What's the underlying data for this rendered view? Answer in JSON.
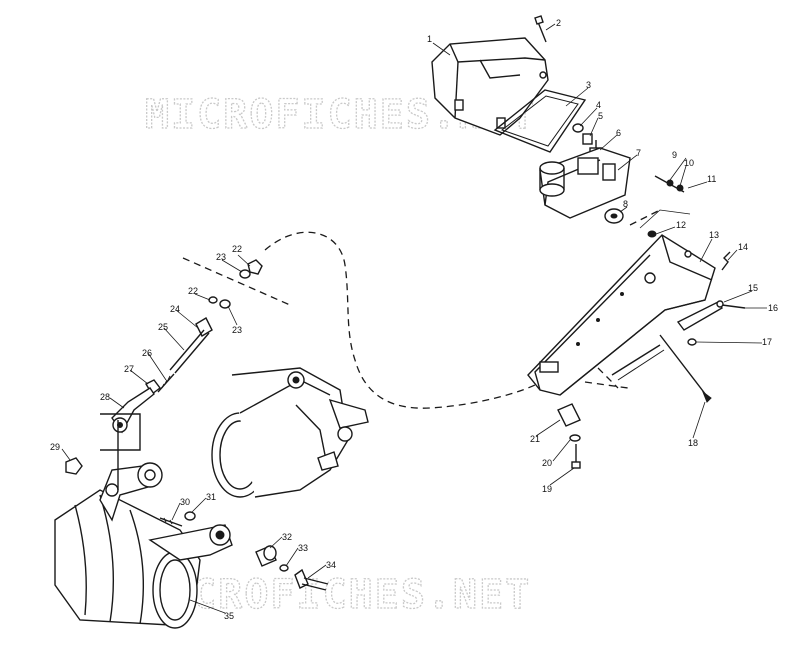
{
  "watermark": {
    "text": "MICROFICHES.NET"
  },
  "callouts": [
    "1",
    "2",
    "3",
    "4",
    "5",
    "6",
    "7",
    "8",
    "9",
    "10",
    "11",
    "12",
    "13",
    "14",
    "15",
    "16",
    "17",
    "18",
    "19",
    "20",
    "21",
    "22",
    "23",
    "22",
    "23",
    "24",
    "25",
    "26",
    "27",
    "28",
    "29",
    "30",
    "31",
    "32",
    "33",
    "34",
    "35"
  ]
}
